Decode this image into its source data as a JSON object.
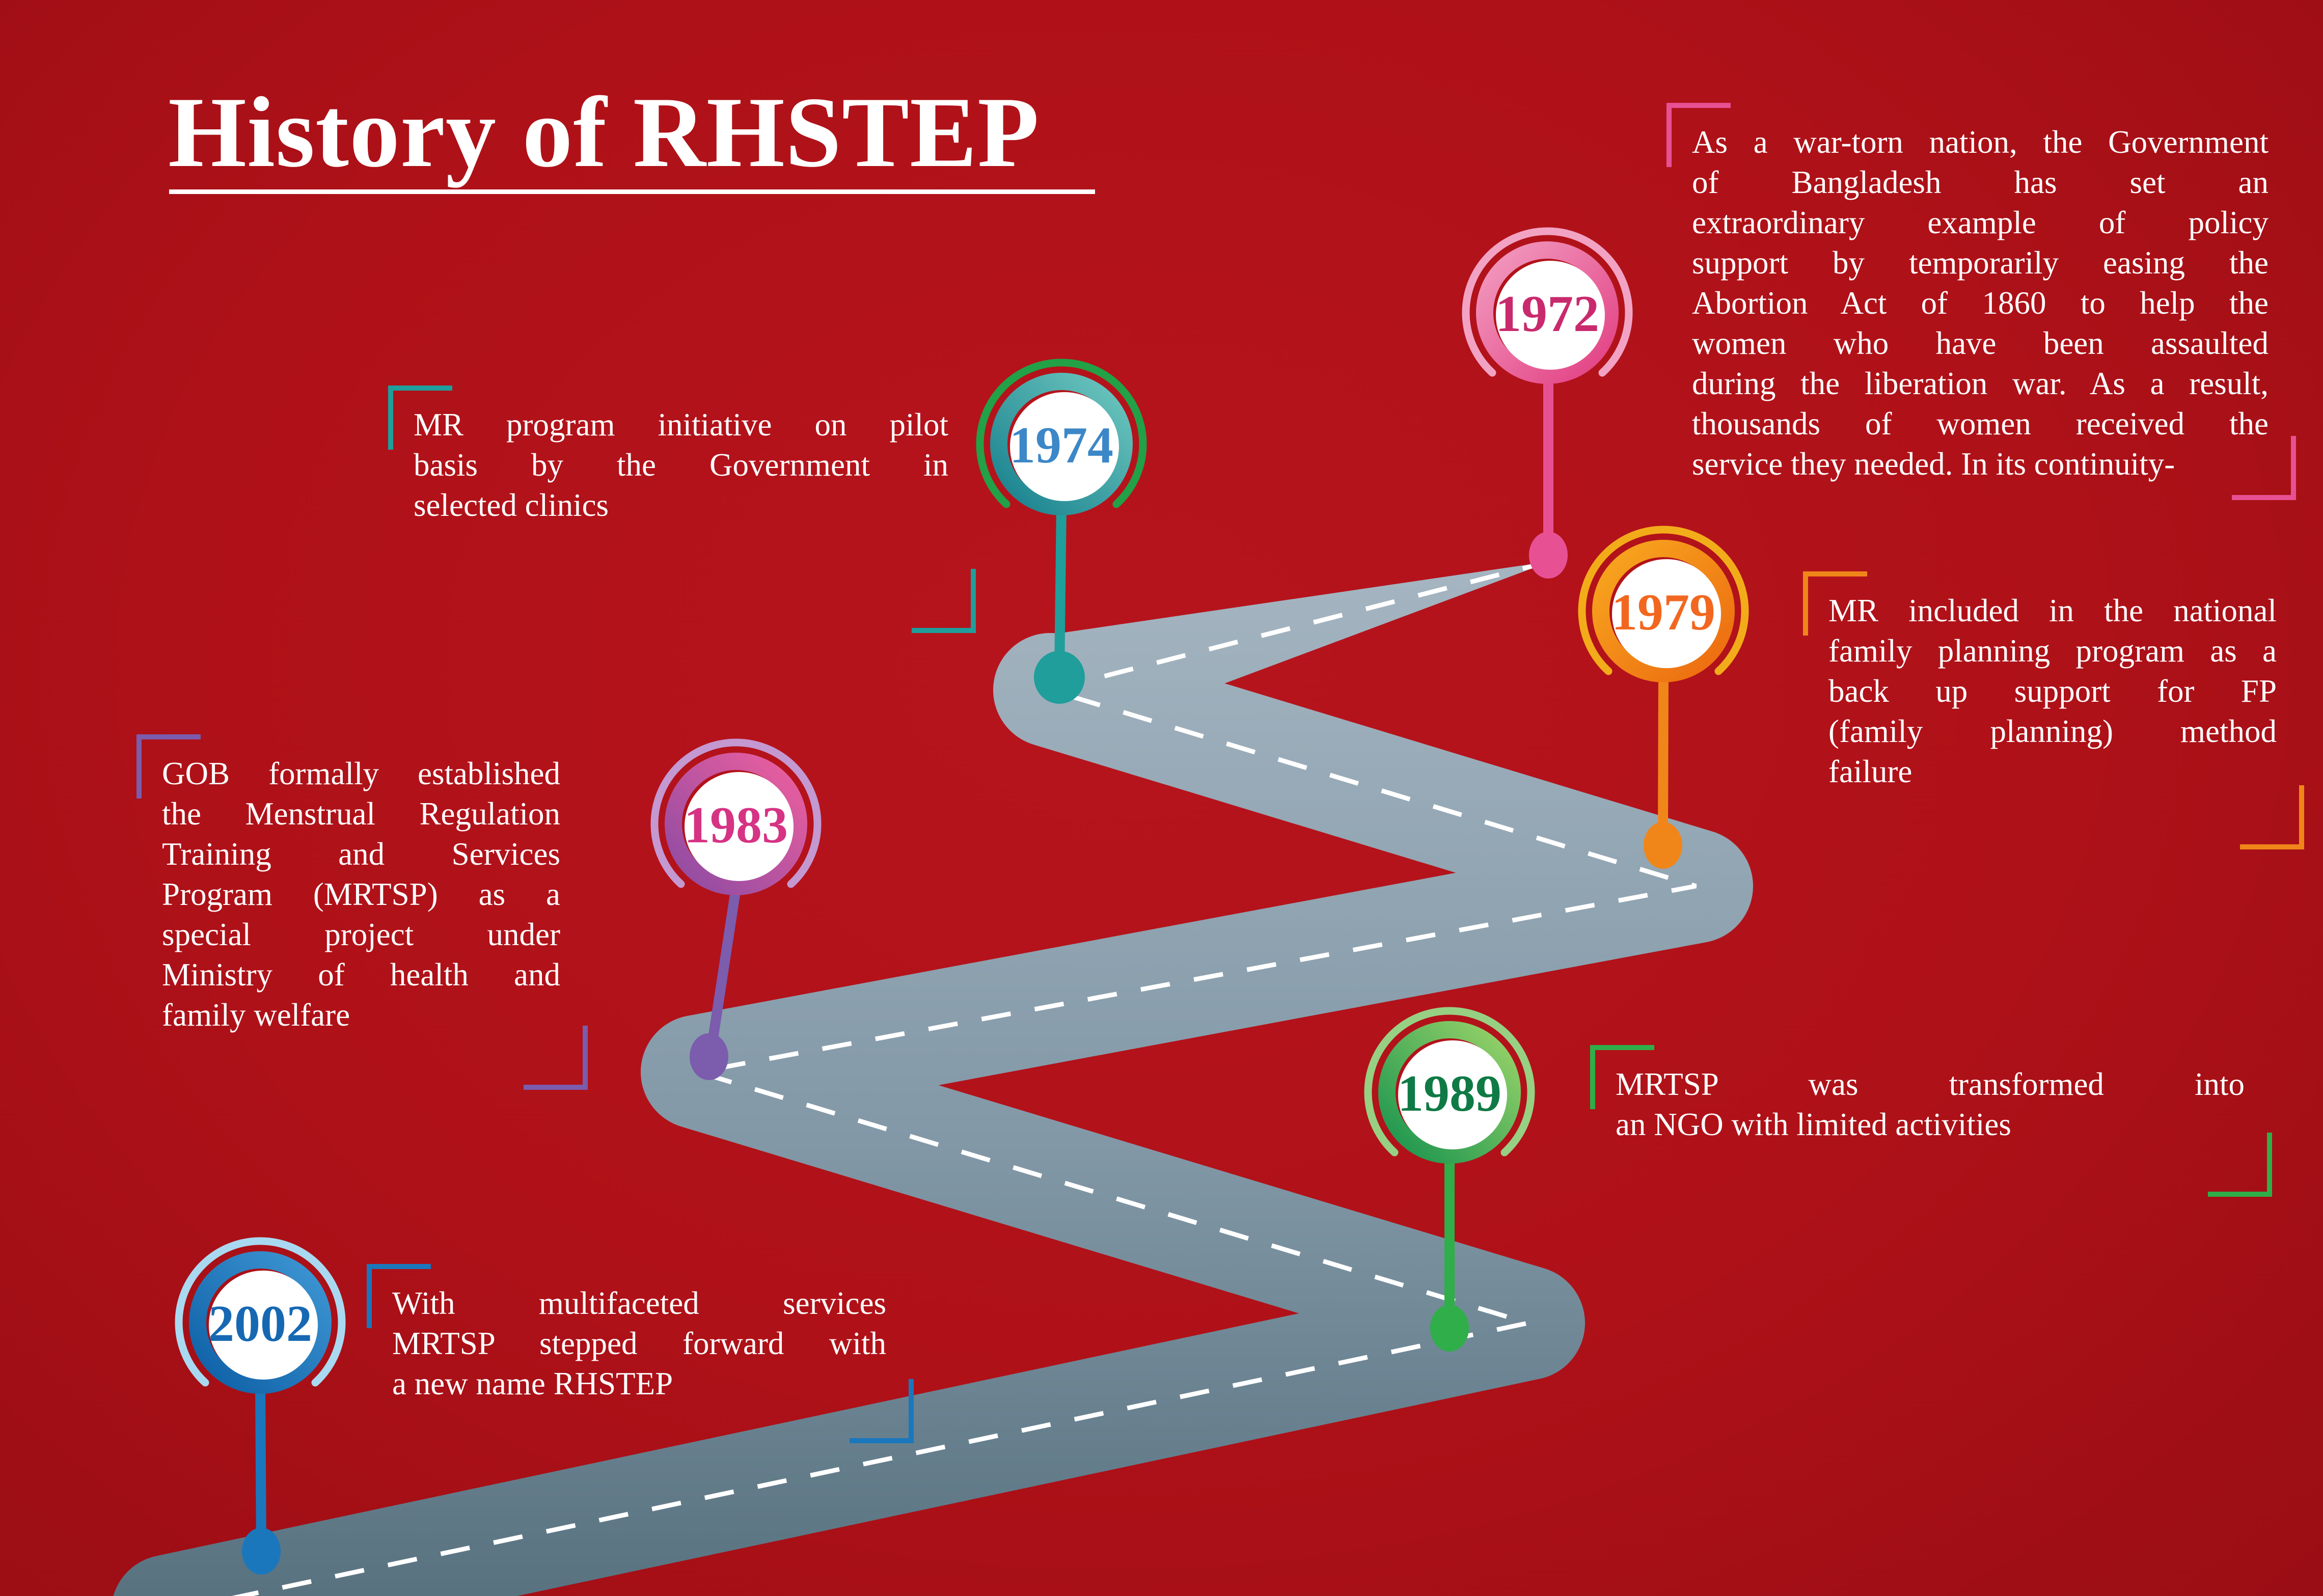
{
  "title": "History of RHSTEP",
  "background_color": "#af1118",
  "road": {
    "surface_top": "#a5b5c1",
    "surface_mid": "#8298a7",
    "surface_bottom": "#56707e",
    "center_line": "#ffffff"
  },
  "milestones": [
    {
      "year": "1972",
      "accent": "#e75194",
      "year_color": "#c92a6d",
      "arc_color": "#f2a3c4",
      "ring_from": "#f29cc0",
      "ring_to": "#e23f82",
      "lines": [
        "As a war-torn nation, the Government",
        "of Bangladesh has set an",
        "extraordinary example of policy",
        "support by temporarily easing the",
        "Abortion Act of 1860 to help the",
        "women who have been assaulted",
        "during the liberation war. As a result,",
        "thousands of women received the",
        "service they needed. In its continuity-"
      ]
    },
    {
      "year": "1974",
      "accent": "#1f9e9b",
      "year_color": "#3c87c7",
      "arc_color": "#22a147",
      "ring_from": "#6ec7bf",
      "ring_to": "#17808d",
      "lines": [
        "MR program initiative on pilot",
        "basis by the Government in",
        "selected clinics"
      ]
    },
    {
      "year": "1979",
      "accent": "#f0861a",
      "year_color": "#f2671f",
      "arc_color": "#f3ac19",
      "ring_from": "#f8a81f",
      "ring_to": "#ec6910",
      "lines": [
        "MR included in the national",
        "family planning program as a",
        "back up support for FP",
        "(family planning) method",
        "failure"
      ]
    },
    {
      "year": "1983",
      "accent": "#7b5cad",
      "year_color": "#d63384",
      "arc_color": "#c498d1",
      "ring_from": "#ee5f9e",
      "ring_to": "#8c4ba3",
      "lines": [
        "GOB formally established",
        "the Menstrual Regulation",
        "Training and Services",
        "Program (MRTSP) as a",
        "special project under",
        "Ministry of health and",
        "family welfare"
      ]
    },
    {
      "year": "1989",
      "accent": "#2fae49",
      "year_color": "#0f7a45",
      "arc_color": "#97d083",
      "ring_from": "#9bd46a",
      "ring_to": "#17934e",
      "lines": [
        "MRTSP was transformed into",
        "an NGO with limited activities"
      ]
    },
    {
      "year": "2002",
      "accent": "#1b77bc",
      "year_color": "#1668b3",
      "arc_color": "#a9d9f0",
      "ring_from": "#3f97d4",
      "ring_to": "#0d5fa5",
      "lines": [
        "With multifaceted services",
        "MRTSP stepped forward with",
        "a new name RHSTEP"
      ]
    }
  ]
}
